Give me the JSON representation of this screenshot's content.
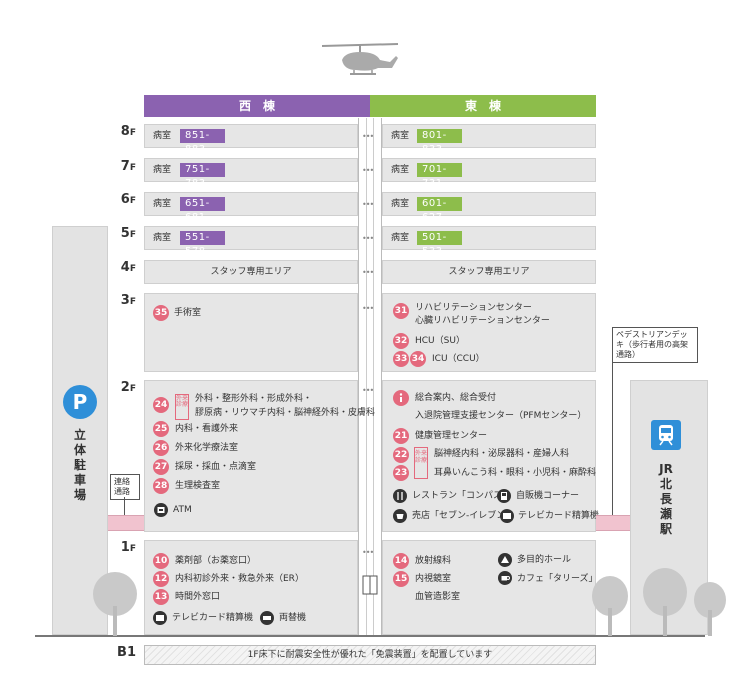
{
  "header": {
    "west": "西　棟",
    "east": "東　棟"
  },
  "floors": {
    "f8": {
      "label": "8",
      "unit": "F",
      "west_room": "病室",
      "west_range": "851-883",
      "east_room": "病室",
      "east_range": "801-833"
    },
    "f7": {
      "label": "7",
      "unit": "F",
      "west_room": "病室",
      "west_range": "751-783",
      "east_room": "病室",
      "east_range": "701-731"
    },
    "f6": {
      "label": "6",
      "unit": "F",
      "west_room": "病室",
      "west_range": "651-681",
      "east_room": "病室",
      "east_range": "601-627"
    },
    "f5": {
      "label": "5",
      "unit": "F",
      "west_room": "病室",
      "west_range": "551-578",
      "east_room": "病室",
      "east_range": "501-533"
    },
    "f4": {
      "label": "4",
      "unit": "F",
      "west_text": "スタッフ専用エリア",
      "east_text": "スタッフ専用エリア"
    },
    "f3": {
      "label": "3",
      "unit": "F"
    },
    "f2": {
      "label": "2",
      "unit": "F"
    },
    "f1": {
      "label": "1",
      "unit": "F"
    },
    "b1": {
      "label": "B1",
      "text": "1F床下に耐震安全性が優れた「免震装置」を配置しています"
    }
  },
  "f3_items": {
    "n35": "35",
    "t35": "手術室",
    "n31": "31",
    "t31a": "リハビリテーションセンター",
    "t31b": "心臓リハビリテーションセンター",
    "n32": "32",
    "t32": "HCU（SU）",
    "n33": "33",
    "n34": "34",
    "t33": "ICU（CCU）"
  },
  "f2_items": {
    "n24": "24",
    "t24a": "外科・整形外科・形成外科・",
    "t24b": "膠原病・リウマチ内科・脳神経外科・皮膚科",
    "n25": "25",
    "t25": "内科・看護外来",
    "n26": "26",
    "t26": "外来化学療法室",
    "n27": "27",
    "t27": "採尿・採血・点滴室",
    "n28": "28",
    "t28": "生理検査室",
    "atm": "ATM",
    "outpatient_tag": "外来診療",
    "info_a": "総合案内、総合受付",
    "info_b": "入退院管理支援センター（PFMセンター）",
    "n21": "21",
    "t21": "健康管理センター",
    "n22": "22",
    "t22": "脳神経内科・泌尿器科・産婦人科",
    "n23": "23",
    "t23": "耳鼻いんこう科・眼科・小児科・麻酔科",
    "restaurant": "レストラン「コンパス」",
    "vending": "自販機コーナー",
    "shop": "売店「セブン-イレブン」",
    "telecard": "テレビカード精算機"
  },
  "f1_items": {
    "n10": "10",
    "t10": "薬剤部（お薬窓口）",
    "n12": "12",
    "t12": "内科初診外来・救急外来（ER）",
    "n13": "13",
    "t13": "時間外窓口",
    "telecard": "テレビカード精算機",
    "exchange": "両替機",
    "n14": "14",
    "t14": "放射線科",
    "n15": "15",
    "t15": "内視鏡室",
    "t_vessel": "血管造影室",
    "hall": "多目的ホール",
    "cafe": "カフェ「タリーズ」"
  },
  "parking": {
    "letter": "P",
    "label": "立体駐車場"
  },
  "station": {
    "label": "JR北長瀬駅"
  },
  "callouts": {
    "corridor": "連絡通路",
    "deck": "ペデストリアンデッキ（歩行者用の高架通路）"
  },
  "colors": {
    "west": "#8b62b0",
    "east": "#8dbd4b",
    "number": "#e4697d",
    "parking": "#2f8fd8"
  }
}
